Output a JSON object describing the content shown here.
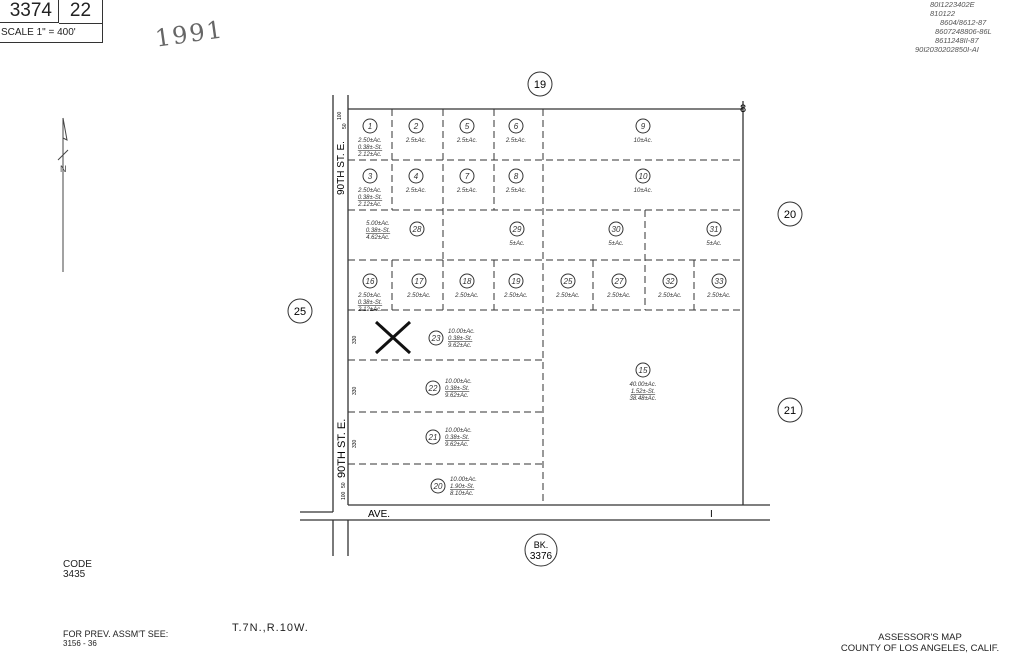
{
  "header": {
    "book": "3374",
    "page": "22",
    "scale": "SCALE 1\" =    400'"
  },
  "year_stamp": "1991",
  "revision_stamps": [
    "80I1223402E",
    "810122",
    "8604/8612-87",
    "8607248806-86L",
    "8611248II-87",
    "90I2030202850I-AI"
  ],
  "streets": {
    "vertical": "90TH  ST. E.",
    "horizontal": "AVE.",
    "horizontal_letter": "I"
  },
  "street_dims": {
    "top": [
      "100",
      "50"
    ],
    "side": [
      "330",
      "330",
      "330",
      "50",
      "100"
    ]
  },
  "adjacent_pages": {
    "north": "19",
    "east_upper": "20",
    "east_lower": "21",
    "west": "25",
    "south_label": "BK.",
    "south": "3376"
  },
  "corner_mark": "8",
  "parcels": [
    {
      "id": "1",
      "lines": [
        "2.50±Ac.",
        "0.38±-St.",
        "2.12±Ac."
      ]
    },
    {
      "id": "2",
      "lines": [
        "2.5±Ac."
      ]
    },
    {
      "id": "5",
      "lines": [
        "2.5±Ac."
      ]
    },
    {
      "id": "6",
      "lines": [
        "2.5±Ac."
      ]
    },
    {
      "id": "9",
      "lines": [
        "10±Ac."
      ]
    },
    {
      "id": "3",
      "lines": [
        "2.50±Ac.",
        "0.38±-St.",
        "2.12±Ac."
      ]
    },
    {
      "id": "4",
      "lines": [
        "2.5±Ac."
      ]
    },
    {
      "id": "7",
      "lines": [
        "2.5±Ac."
      ]
    },
    {
      "id": "8",
      "lines": [
        "2.5±Ac."
      ]
    },
    {
      "id": "10",
      "lines": [
        "10±Ac."
      ]
    },
    {
      "id": "28",
      "lines": [
        "5.00±Ac.",
        "0.38±-St.",
        "4.62±Ac."
      ]
    },
    {
      "id": "29",
      "lines": [
        "5±Ac."
      ]
    },
    {
      "id": "30",
      "lines": [
        "5±Ac."
      ]
    },
    {
      "id": "31",
      "lines": [
        "5±Ac."
      ]
    },
    {
      "id": "16",
      "lines": [
        "2.50±Ac.",
        "0.38±-St.",
        "2.12±Ac."
      ]
    },
    {
      "id": "17",
      "lines": [
        "2.50±Ac."
      ]
    },
    {
      "id": "18",
      "lines": [
        "2.50±Ac."
      ]
    },
    {
      "id": "19",
      "lines": [
        "2.50±Ac."
      ]
    },
    {
      "id": "25",
      "lines": [
        "2.50±Ac."
      ]
    },
    {
      "id": "27",
      "lines": [
        "2.50±Ac."
      ]
    },
    {
      "id": "32",
      "lines": [
        "2.50±Ac."
      ]
    },
    {
      "id": "33",
      "lines": [
        "2.50±Ac."
      ]
    },
    {
      "id": "23",
      "lines": [
        "10.00±Ac.",
        "0.38±-St.",
        "9.62±Ac."
      ]
    },
    {
      "id": "22",
      "lines": [
        "10.00±Ac.",
        "0.38±-St.",
        "9.62±Ac."
      ]
    },
    {
      "id": "21",
      "lines": [
        "10.00±Ac.",
        "0.38±-St.",
        "9.62±Ac."
      ]
    },
    {
      "id": "20",
      "lines": [
        "10.00±Ac.",
        "1.90±-St.",
        "8.10±Ac."
      ]
    },
    {
      "id": "15",
      "lines": [
        "40.00±Ac.",
        "1.52±-St.",
        "38.48±Ac."
      ]
    }
  ],
  "code": {
    "label": "CODE",
    "value": "3435"
  },
  "prev_assessment": {
    "label": "FOR PREV. ASSM'T SEE:",
    "value": "3156 - 36"
  },
  "township": "T.7N.,R.10W.",
  "footer": {
    "line1": "ASSESSOR'S MAP",
    "line2": "COUNTY OF LOS ANGELES, CALIF."
  }
}
